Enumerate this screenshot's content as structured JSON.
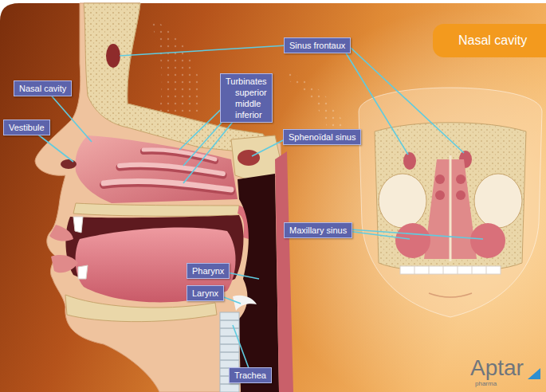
{
  "diagram": {
    "title": "Nasal cavity",
    "nodes": [
      {
        "text": [
          "Sinus frontaux"
        ]
      },
      {
        "text": [
          "Turbinates",
          "superior",
          "middle",
          "inferior"
        ]
      },
      {
        "text": [
          "Nasal cavity"
        ]
      },
      {
        "text": [
          "Vestibule"
        ]
      },
      {
        "text": [
          "Sphenoïdal sinus"
        ]
      },
      {
        "text": [
          "Maxillary sinus"
        ]
      },
      {
        "text": [
          "Pharynx"
        ]
      },
      {
        "text": [
          "Larynx"
        ]
      },
      {
        "text": [
          "Trachea"
        ]
      }
    ],
    "labels": [
      "Aptar",
      "pharma"
    ]
  }
}
